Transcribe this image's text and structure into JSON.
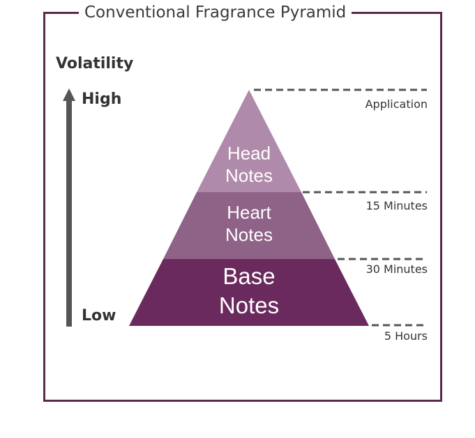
{
  "title": "Conventional Fragrance Pyramid",
  "axis": {
    "label": "Volatility",
    "high": "High",
    "low": "Low"
  },
  "layers": {
    "head": {
      "line1": "Head",
      "line2": "Notes",
      "color": "#b08aaa"
    },
    "heart": {
      "line1": "Heart",
      "line2": "Notes",
      "color": "#8f6288"
    },
    "base": {
      "line1": "Base",
      "line2": "Notes",
      "color": "#6b2a5e"
    }
  },
  "times": {
    "application": "Application",
    "fifteen": "15 Minutes",
    "thirty": "30 Minutes",
    "five_hours": "5 Hours"
  },
  "colors": {
    "frame": "#5a2a4e",
    "arrow": "#555555",
    "dash": "#555555"
  }
}
